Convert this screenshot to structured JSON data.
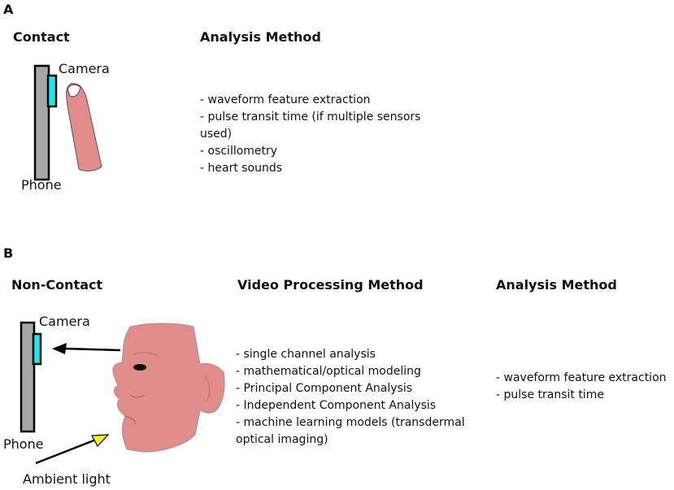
{
  "panel_a": {
    "letter": "A",
    "mode_heading": "Contact",
    "camera_label": "Camera",
    "phone_label": "Phone",
    "analysis_heading": "Analysis Method",
    "analysis_methods": [
      "- waveform feature extraction",
      "- pulse transit time (if multiple sensors used)",
      "- oscillometry",
      "- heart sounds"
    ]
  },
  "panel_b": {
    "letter": "B",
    "mode_heading": "Non-Contact",
    "camera_label": "Camera",
    "phone_label": "Phone",
    "light_label": "Ambient light",
    "video_heading": "Video Processing Method",
    "video_methods": [
      "- single channel analysis",
      "- mathematical/optical modeling",
      "- Principal Component Analysis",
      "- Independent Component Analysis",
      "- machine learning models (transdermal optical imaging)"
    ],
    "analysis_heading": "Analysis Method",
    "analysis_methods": [
      "- waveform feature extraction",
      "- pulse transit time"
    ]
  },
  "colors": {
    "phone": "#a6a6a6",
    "camera": "#1ee6ee",
    "skin": "#e28b8b",
    "arrow_head_light": "#f2f230"
  }
}
